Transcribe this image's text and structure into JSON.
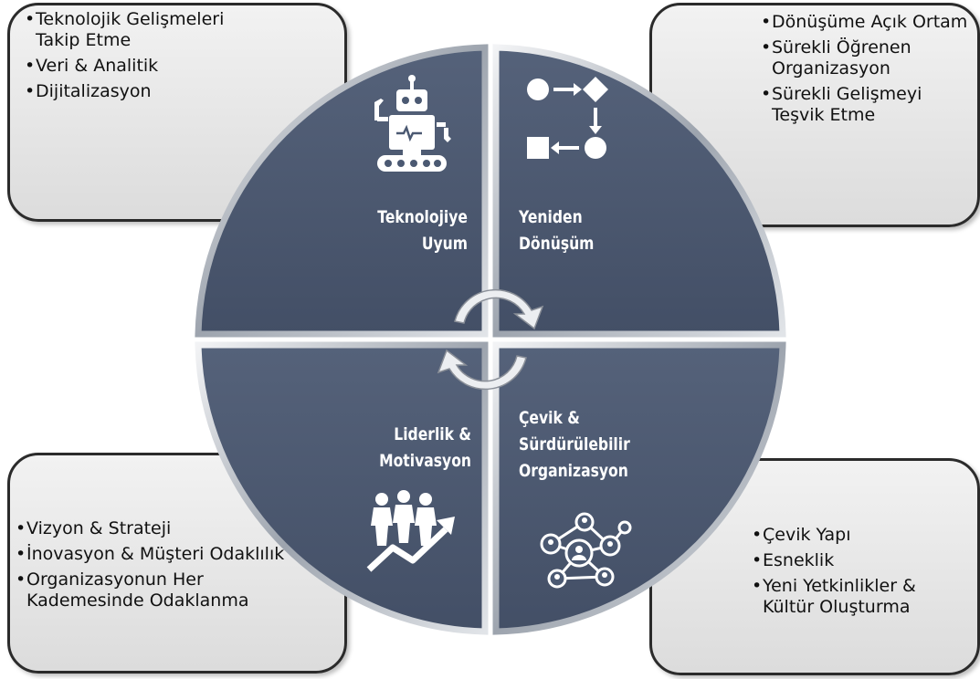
{
  "boxes": {
    "top_left": [
      "Teknolojik Gelişmeleri Takip Etme",
      "Veri & Analitik",
      "Dijitalizasyon"
    ],
    "top_right": [
      "Dönüşüme Açık Ortam",
      "Sürekli Öğrenen Organizasyon",
      "Sürekli Gelişmeyi Teşvik Etme"
    ],
    "bottom_left": [
      "Vizyon & Strateji",
      "İnovasyon & Müşteri Odaklılık",
      "Organizasyonun Her Kademesinde Odaklanma"
    ],
    "bottom_right": [
      "Çevik Yapı",
      "Esneklik",
      "Yeni Yetkinlikler & Kültür Oluşturma"
    ]
  },
  "quadrants": {
    "top_left": {
      "line1": "Teknolojiye",
      "line2": "Uyum",
      "line3": "",
      "icon": "robot-icon"
    },
    "top_right": {
      "line1": "Yeniden",
      "line2": "Dönüşüm",
      "line3": "",
      "icon": "process-flow-icon"
    },
    "bottom_left": {
      "line1": "Liderlik &",
      "line2": "Motivasyon",
      "line3": "",
      "icon": "team-growth-icon"
    },
    "bottom_right": {
      "line1": "Çevik &",
      "line2": "Sürdürülebilir",
      "line3": "Organizasyon",
      "icon": "network-icon"
    }
  },
  "colors": {
    "quadrant_fill": "#4b5972",
    "quadrant_border": "#b9bec6",
    "icon": "#ffffff",
    "arrow": "#eceef1"
  }
}
